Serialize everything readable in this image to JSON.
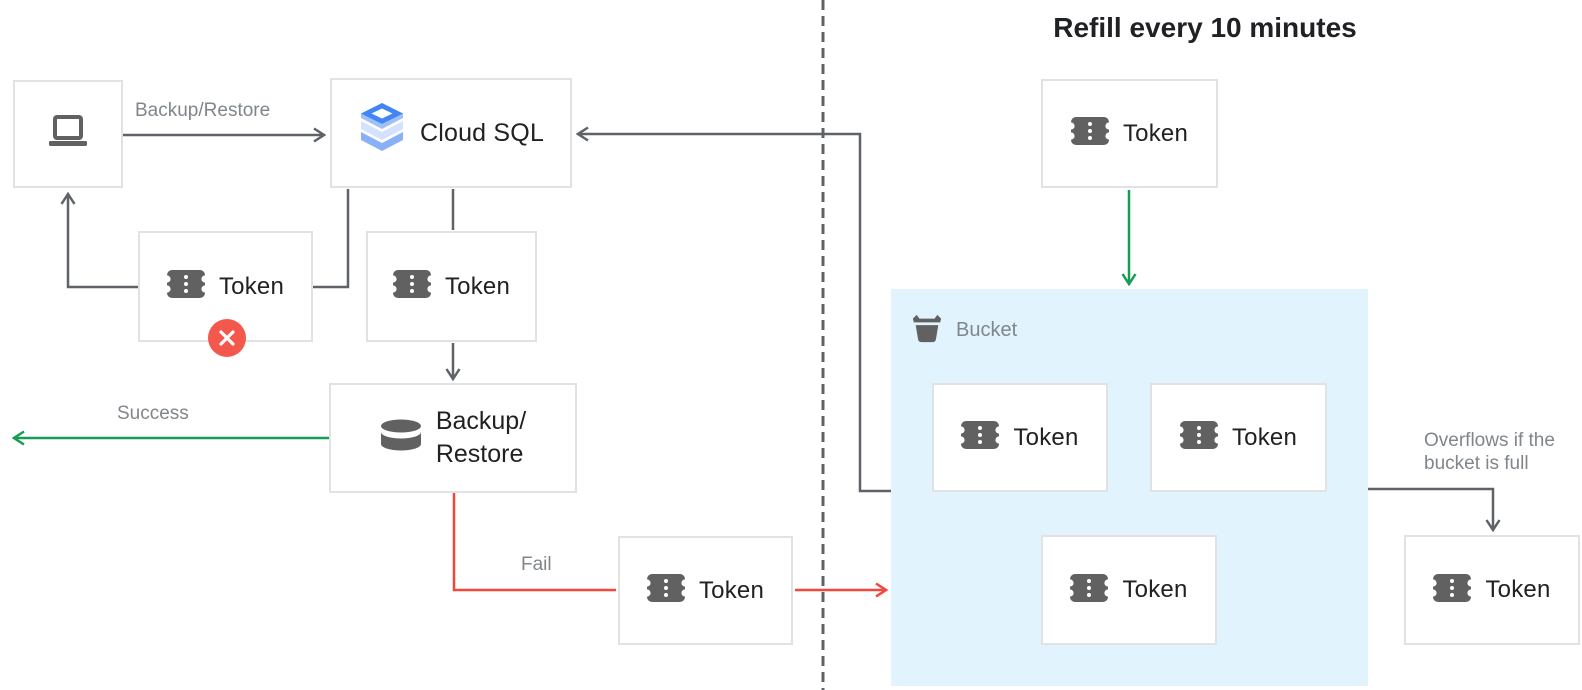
{
  "title": "Refill every 10 minutes",
  "labels": {
    "token": "Token",
    "cloud_sql": "Cloud SQL",
    "bucket": "Bucket",
    "backup_restore_line1": "Backup/",
    "backup_restore_line2": "Restore"
  },
  "edges": {
    "backup_restore": "Backup/Restore",
    "success": "Success",
    "fail": "Fail",
    "overflow_line1": "Overflows if the",
    "overflow_line2": "bucket is full"
  },
  "icons": {
    "client": "laptop-icon",
    "cloud_sql": "cloud-sql-stack-icon",
    "backup_restore": "database-cylinder-icon",
    "token": "ticket-token-icon",
    "bucket": "bucket-icon",
    "rejected": "red-x-badge"
  },
  "colors": {
    "line_gray": "#5f6368",
    "green": "#169c53",
    "red": "#f4473c",
    "badge_red": "#f4574c",
    "icon_gray": "#616161",
    "label_gray": "#80868b",
    "text_dark": "#212121",
    "box_border": "#e2e2e2",
    "bucket_bg": "#e1f4fd",
    "cloud_sql_blue": "#4285f4",
    "cloud_sql_light": "#c9dcfc"
  }
}
